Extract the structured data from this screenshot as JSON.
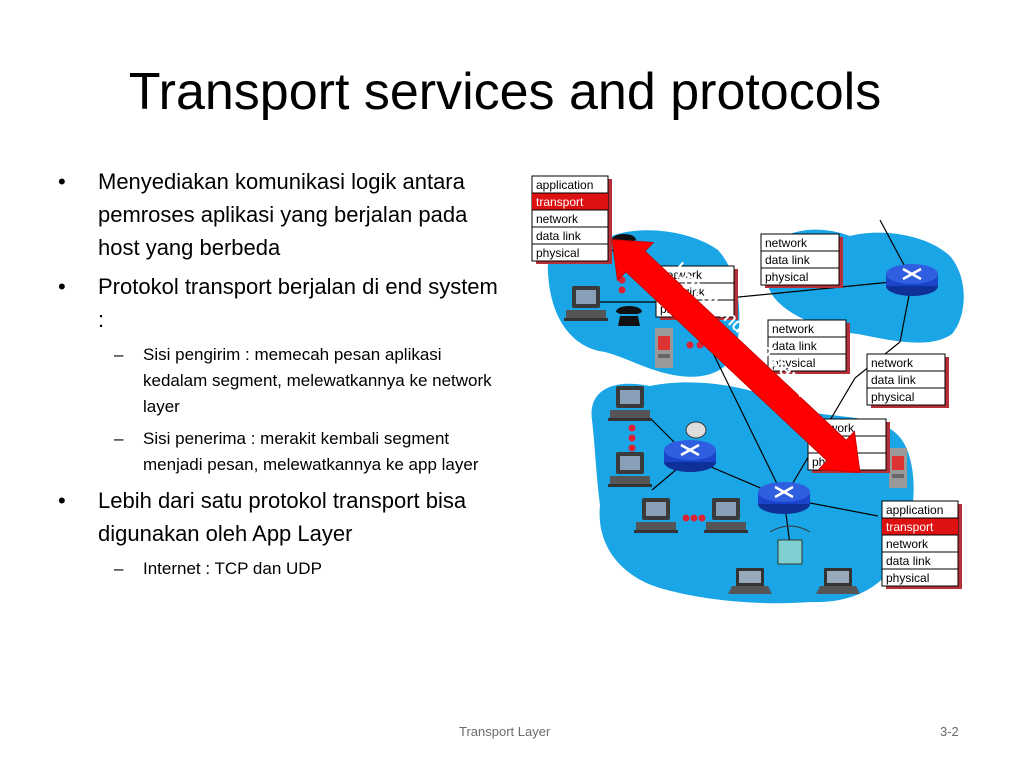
{
  "title": "Transport services and protocols",
  "bullets": [
    {
      "text": "Menyediakan komunikasi logik antara pemroses aplikasi yang berjalan pada host yang berbeda"
    },
    {
      "text": "Protokol transport berjalan di end system :",
      "sub": [
        "Sisi pengirim : memecah pesan aplikasi kedalam segment, melewatkannya ke network layer",
        "Sisi penerima : merakit kembali segment menjadi pesan, melewatkannya ke app layer"
      ]
    },
    {
      "text": "Lebih dari satu protokol transport bisa digunakan oleh App Layer",
      "sub": [
        "Internet : TCP dan UDP"
      ]
    }
  ],
  "diagram": {
    "arrow_label": "logical end-end transport",
    "layers": {
      "application": "application",
      "transport": "transport",
      "network": "network",
      "data_link": "data link",
      "physical": "physical"
    },
    "colors": {
      "cloud": "#1aa6e6",
      "arrow": "#ff0000",
      "transport_highlight": "#dd1111",
      "router": "#1a44cc"
    }
  },
  "footer": {
    "center": "Transport Layer",
    "page": "3-2"
  }
}
